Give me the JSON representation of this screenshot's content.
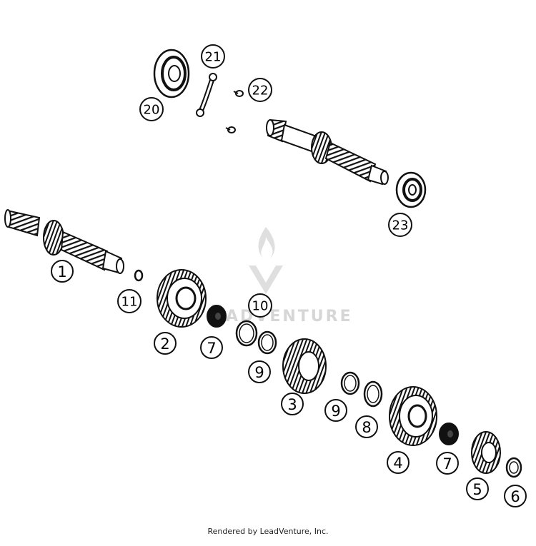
{
  "callouts": [
    {
      "id": "1",
      "label": "1"
    },
    {
      "id": "2",
      "label": "2"
    },
    {
      "id": "3",
      "label": "3"
    },
    {
      "id": "4",
      "label": "4"
    },
    {
      "id": "5",
      "label": "5"
    },
    {
      "id": "6",
      "label": "6"
    },
    {
      "id": "7a",
      "label": "7"
    },
    {
      "id": "7b",
      "label": "7"
    },
    {
      "id": "8",
      "label": "8"
    },
    {
      "id": "9a",
      "label": "9"
    },
    {
      "id": "9b",
      "label": "9"
    },
    {
      "id": "10",
      "label": "10"
    },
    {
      "id": "11",
      "label": "11"
    },
    {
      "id": "20",
      "label": "20"
    },
    {
      "id": "21",
      "label": "21"
    },
    {
      "id": "22",
      "label": "22"
    },
    {
      "id": "23",
      "label": "23"
    }
  ],
  "watermark": "ADVENTURE",
  "credit": "Rendered by LeadVenture, Inc."
}
